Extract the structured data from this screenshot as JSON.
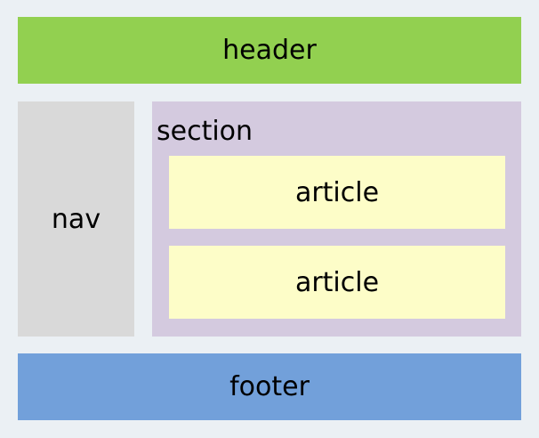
{
  "header": {
    "label": "header"
  },
  "nav": {
    "label": "nav"
  },
  "section": {
    "label": "section",
    "articles": [
      {
        "label": "article"
      },
      {
        "label": "article"
      }
    ]
  },
  "footer": {
    "label": "footer"
  },
  "colors": {
    "background": "#ebf0f4",
    "header": "#92d050",
    "nav": "#d9d9d9",
    "section": "#d4cadf",
    "article": "#fdfdc8",
    "footer": "#72a0da"
  }
}
